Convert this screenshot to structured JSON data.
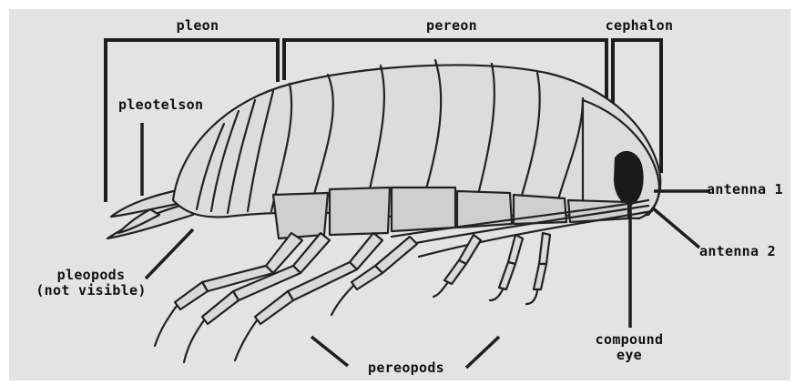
{
  "labels": {
    "pleon": "pleon",
    "pereon": "pereon",
    "cephalon": "cephalon",
    "pleotelson": "pleotelson",
    "antenna1": "antenna 1",
    "antenna2": "antenna 2",
    "pleopods_line1": "pleopods",
    "pleopods_line2": "(not visible)",
    "compound_eye_line1": "compound",
    "compound_eye_line2": "eye",
    "pereopods": "pereopods"
  },
  "colors": {
    "background": "#e3e3e3",
    "body_fill": "#d9d9d9",
    "outline": "#222222",
    "eye": "#1a1a1a"
  }
}
